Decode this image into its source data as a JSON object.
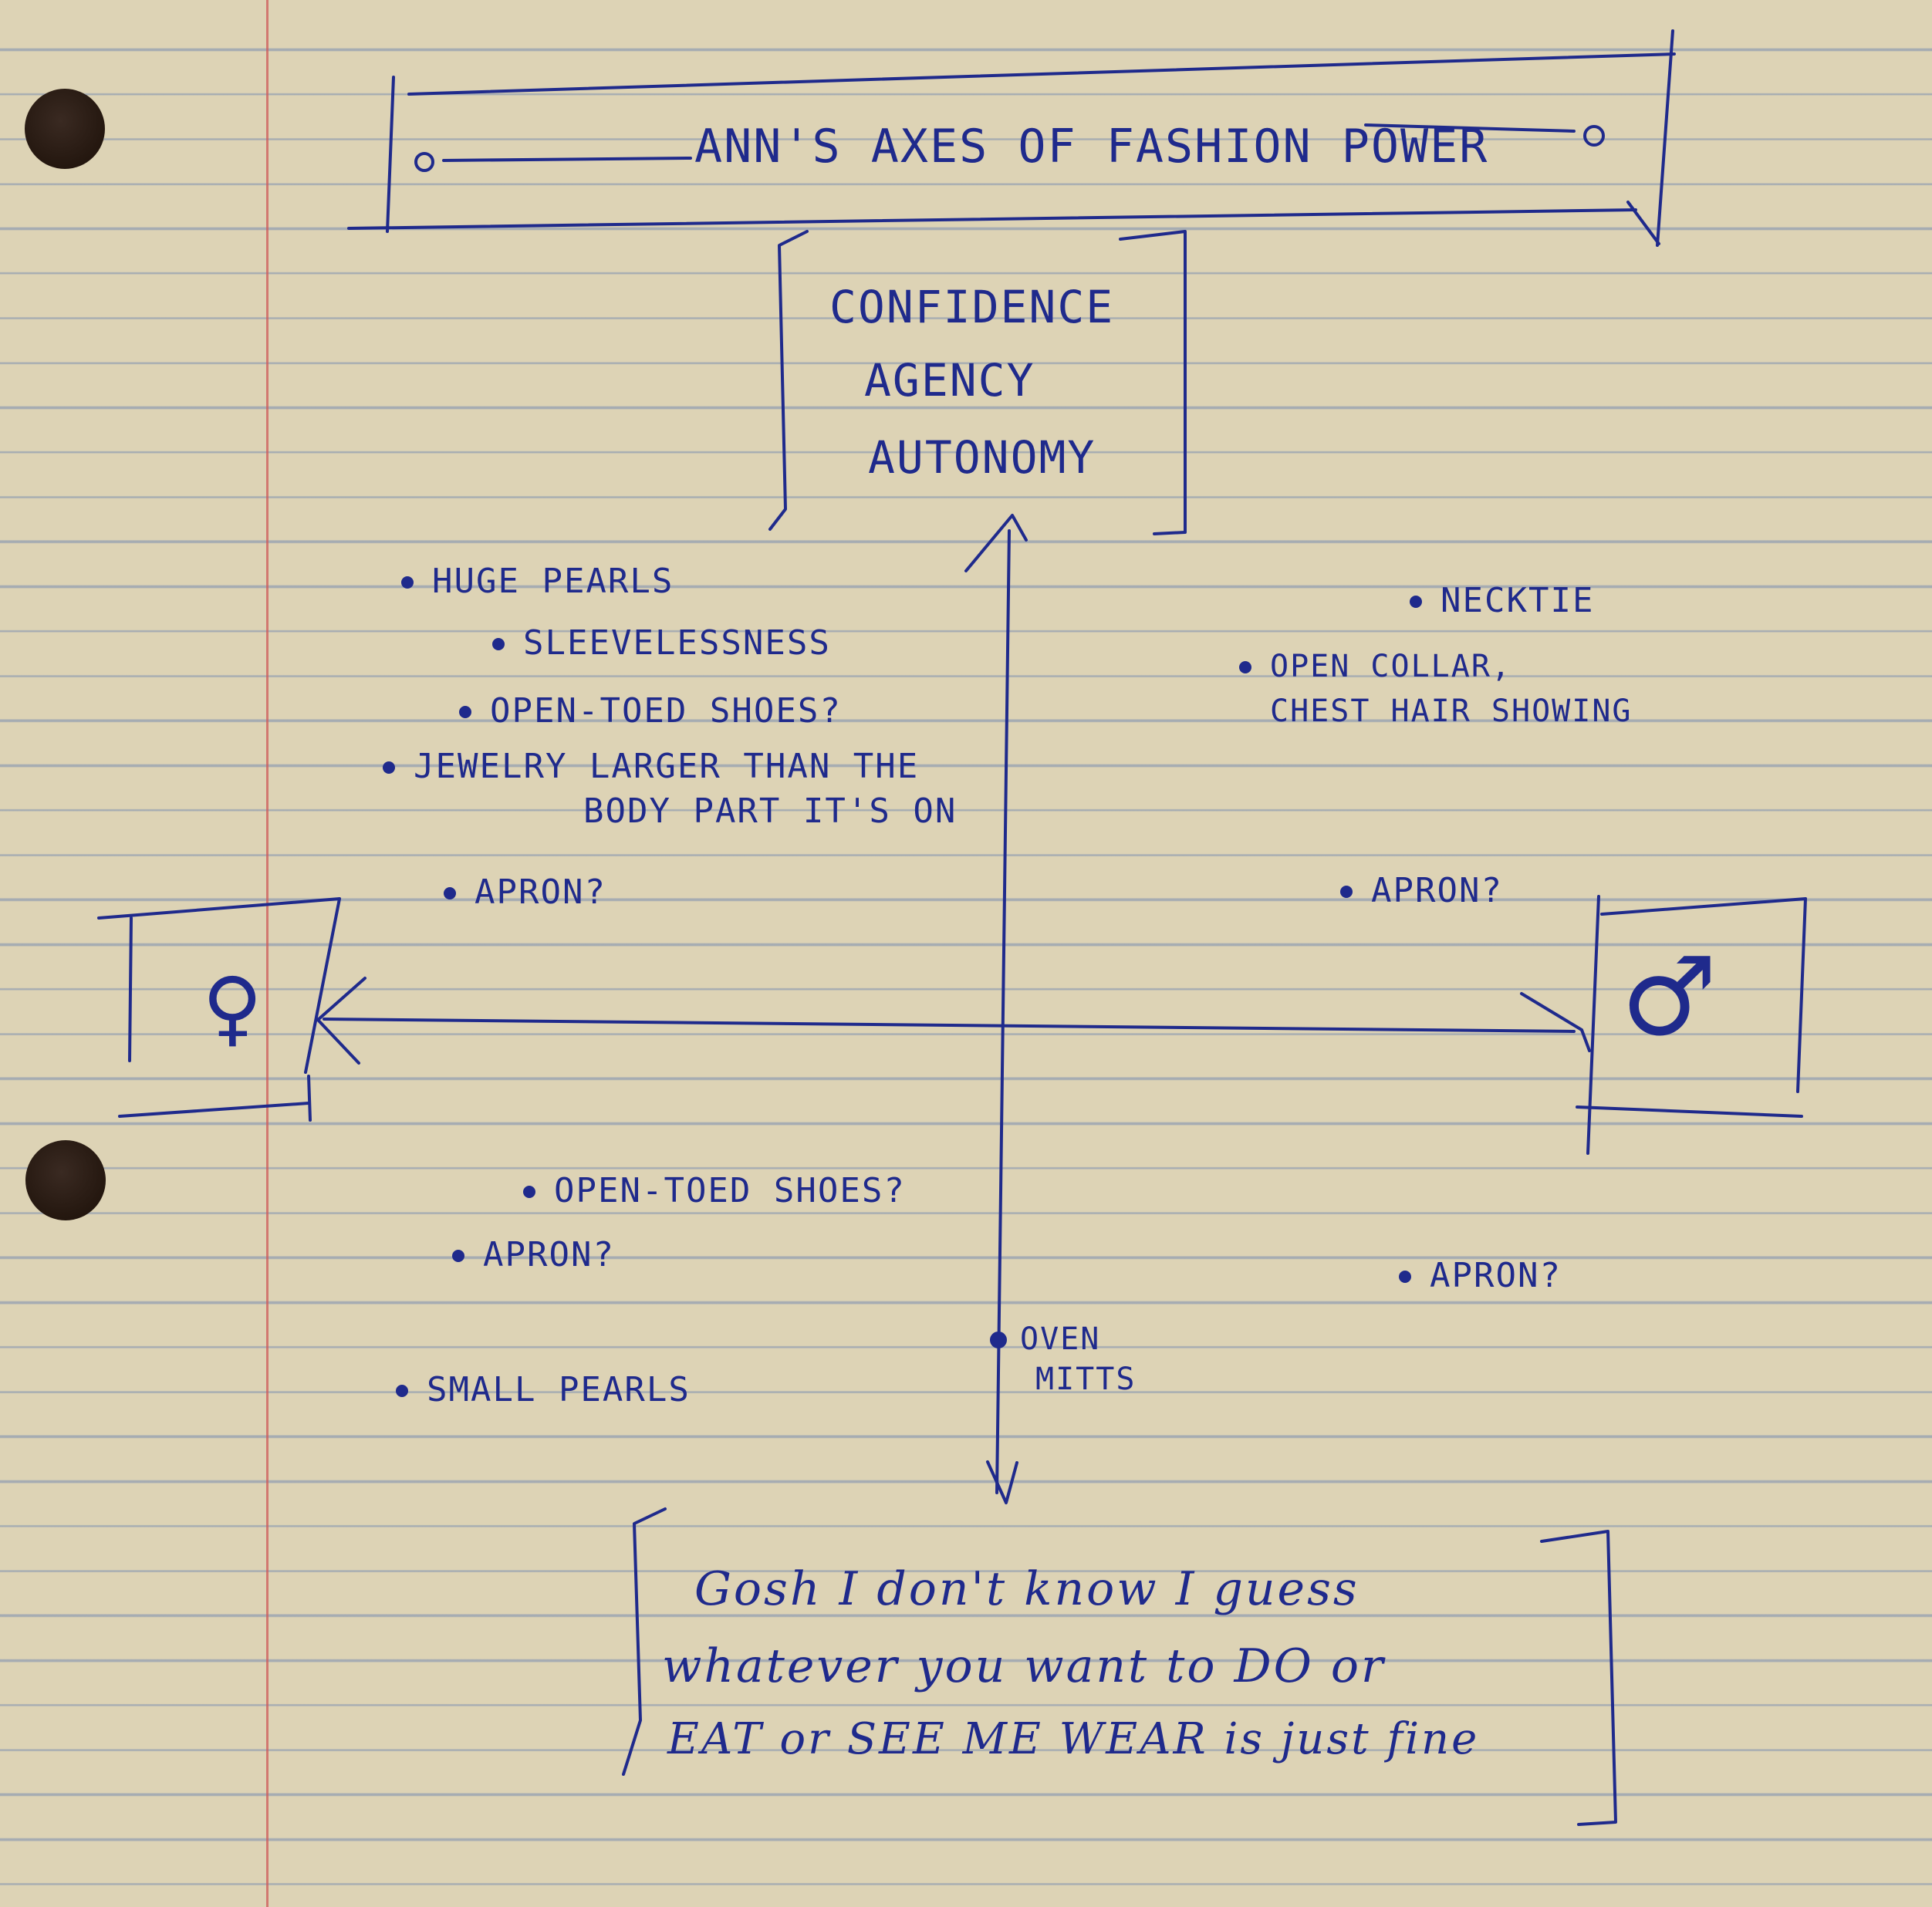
{
  "title": "Ann's Axes of Fashion Power",
  "axes": {
    "top": [
      "Confidence",
      "Agency",
      "Autonomy"
    ],
    "bottom": [
      "Gosh I don't know I guess",
      "whatever you want to DO or",
      "EAT or SEE ME WEAR is just fine"
    ],
    "left_symbol": "♀",
    "right_symbol": "♂"
  },
  "quadrants": {
    "upper_left": [
      {
        "lines": [
          "Huge pearls"
        ]
      },
      {
        "lines": [
          "Sleevelessness"
        ]
      },
      {
        "lines": [
          "Open-toed shoes?"
        ]
      },
      {
        "lines": [
          "Jewelry larger than the",
          "body part it's on"
        ]
      },
      {
        "lines": [
          "Apron?"
        ]
      }
    ],
    "upper_right": [
      {
        "lines": [
          "Necktie"
        ]
      },
      {
        "lines": [
          "Open collar,",
          "chest hair showing"
        ]
      },
      {
        "lines": [
          "Apron?"
        ]
      }
    ],
    "lower_left": [
      {
        "lines": [
          "Open-toed shoes?"
        ]
      },
      {
        "lines": [
          "Apron?"
        ]
      },
      {
        "lines": [
          "Small pearls"
        ]
      }
    ],
    "lower_right": [
      {
        "lines": [
          "Apron?"
        ]
      }
    ],
    "on_axis": [
      {
        "lines": [
          "Oven",
          "mitts"
        ]
      }
    ]
  },
  "colors": {
    "ink": "#1f2a8c",
    "paper": "#ddd3b5",
    "rule_line": "#7f8fb0",
    "margin_line": "#cd5a5a"
  }
}
